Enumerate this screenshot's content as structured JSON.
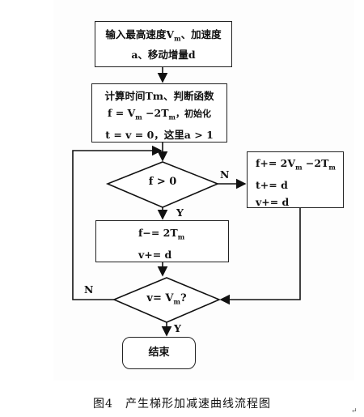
{
  "boxes": {
    "input": {
      "line1": "输入最高速度V",
      "line1_sub": "m",
      "line1_tail": "、加速度",
      "line2": "a、移动增量d"
    },
    "compute": {
      "line1": "计算时间Tm、判断函数",
      "line2": "f = V",
      "line2_sub1": "m",
      "line2_mid": " −2T",
      "line2_sub2": "m",
      "line2_tail": "，初始化",
      "line3": "t = v = 0，这里a > 1"
    },
    "update_no": {
      "line1": "f+= 2V",
      "line1_sub1": "m",
      "line1_mid": " −2T",
      "line1_sub2": "m",
      "line2": "t+= d",
      "line3": "v+= d"
    },
    "update_yes": {
      "line1": "f−= 2T",
      "line1_sub": "m",
      "line2": "v+= d"
    },
    "end": {
      "label": "结束"
    }
  },
  "decisions": {
    "d1": {
      "text": "f > 0",
      "yes": "Y",
      "no": "N"
    },
    "d2": {
      "text": "v= V",
      "sub": "m",
      "tail": "?",
      "yes": "Y",
      "no": "N"
    }
  },
  "caption": "图4　产生梯形加减速曲线流程图",
  "return_mark": "↵"
}
